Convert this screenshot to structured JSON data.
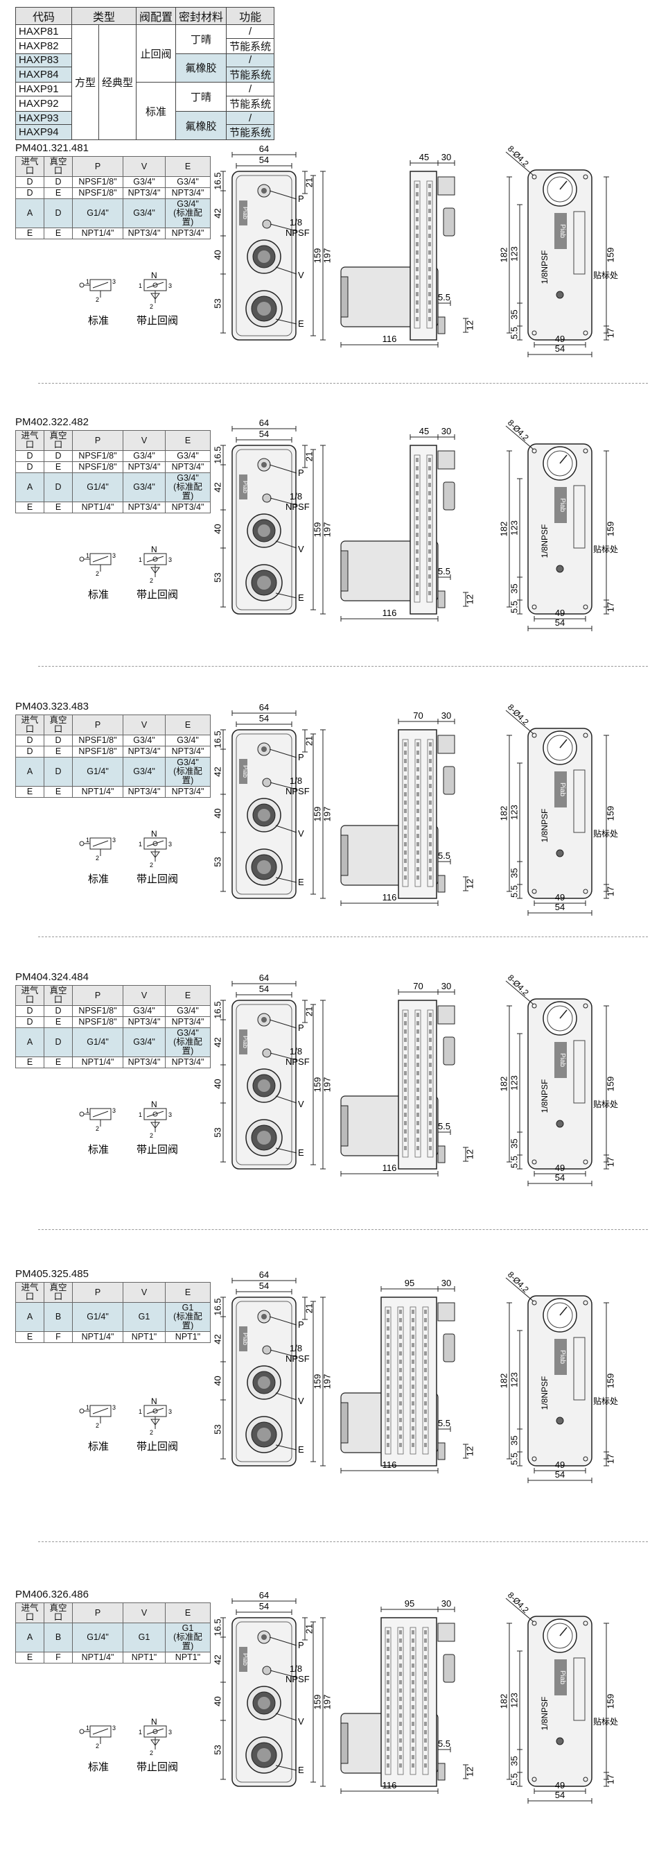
{
  "top_table": {
    "headers": [
      "代码",
      "类型",
      "阀配置",
      "密封材料",
      "功能"
    ],
    "codes": [
      "HAXP81",
      "HAXP82",
      "HAXP83",
      "HAXP84",
      "HAXP91",
      "HAXP92",
      "HAXP93",
      "HAXP94"
    ],
    "type_main": "方型",
    "type_sub": "经典型",
    "valve_config": [
      "止回阀",
      "标准"
    ],
    "seal": [
      "丁晴",
      "氟橡胶",
      "丁晴",
      "氟橡胶"
    ],
    "function": [
      "/",
      "节能系统",
      "/",
      "节能系统",
      "/",
      "节能系统",
      "/",
      "节能系统"
    ]
  },
  "spec_headers": [
    "进气口",
    "真空口",
    "P",
    "V",
    "E"
  ],
  "sections": [
    {
      "model": "PM401.321.481",
      "rows": [
        [
          "D",
          "D",
          "NPSF1/8\"",
          "G3/4\"",
          "G3/4\""
        ],
        [
          "D",
          "E",
          "NPSF1/8\"",
          "NPT3/4\"",
          "NPT3/4\""
        ],
        [
          "A",
          "D",
          "G1/4\"",
          "G3/4\"",
          "G3/4\"(标准配置)"
        ],
        [
          "E",
          "E",
          "NPT1/4\"",
          "NPT3/4\"",
          "NPT3/4\""
        ]
      ],
      "side_width": "45"
    },
    {
      "model": "PM402.322.482",
      "rows": [
        [
          "D",
          "D",
          "NPSF1/8\"",
          "G3/4\"",
          "G3/4\""
        ],
        [
          "D",
          "E",
          "NPSF1/8\"",
          "NPT3/4\"",
          "NPT3/4\""
        ],
        [
          "A",
          "D",
          "G1/4\"",
          "G3/4\"",
          "G3/4\"(标准配置)"
        ],
        [
          "E",
          "E",
          "NPT1/4\"",
          "NPT3/4\"",
          "NPT3/4\""
        ]
      ],
      "side_width": "45"
    },
    {
      "model": "PM403.323.483",
      "rows": [
        [
          "D",
          "D",
          "NPSF1/8\"",
          "G3/4\"",
          "G3/4\""
        ],
        [
          "D",
          "E",
          "NPSF1/8\"",
          "NPT3/4\"",
          "NPT3/4\""
        ],
        [
          "A",
          "D",
          "G1/4\"",
          "G3/4\"",
          "G3/4\"(标准配置)"
        ],
        [
          "E",
          "E",
          "NPT1/4\"",
          "NPT3/4\"",
          "NPT3/4\""
        ]
      ],
      "side_width": "70"
    },
    {
      "model": "PM404.324.484",
      "rows": [
        [
          "D",
          "D",
          "NPSF1/8\"",
          "G3/4\"",
          "G3/4\""
        ],
        [
          "D",
          "E",
          "NPSF1/8\"",
          "NPT3/4\"",
          "NPT3/4\""
        ],
        [
          "A",
          "D",
          "G1/4\"",
          "G3/4\"",
          "G3/4\"(标准配置)"
        ],
        [
          "E",
          "E",
          "NPT1/4\"",
          "NPT3/4\"",
          "NPT3/4\""
        ]
      ],
      "side_width": "70"
    },
    {
      "model": "PM405.325.485",
      "rows": [
        [
          "A",
          "B",
          "G1/4\"",
          "G1",
          "G1(标准配置)"
        ],
        [
          "E",
          "F",
          "NPT1/4\"",
          "NPT1\"",
          "NPT1\""
        ]
      ],
      "side_width": "95"
    },
    {
      "model": "PM406.326.486",
      "rows": [
        [
          "A",
          "B",
          "G1/4\"",
          "G1",
          "G1(标准配置)"
        ],
        [
          "E",
          "F",
          "NPT1/4\"",
          "NPT1\"",
          "NPT1\""
        ]
      ],
      "side_width": "95"
    }
  ],
  "symbol_labels": {
    "standard": "标准",
    "check": "带止回阀",
    "n": "N",
    "port1": "1",
    "port2": "2",
    "port3": "3"
  },
  "dims": {
    "front": {
      "w64": "64",
      "w54": "54",
      "h165": "16.5",
      "h42": "42",
      "h40": "40",
      "h53": "53",
      "h21": "21",
      "h159": "159",
      "h197": "197",
      "p": "P",
      "v": "V",
      "e": "E",
      "npsf1": "1/8",
      "npsf2": "NPSF",
      "logo": "Piab"
    },
    "side": {
      "w30": "30",
      "w55": "5.5",
      "h12": "12",
      "w116": "116"
    },
    "back": {
      "hole": "8-Ø4.2",
      "h182": "182",
      "h123": "123",
      "npsf": "1/8NPSF",
      "h35": "35",
      "h55": "5.5",
      "w49": "49",
      "w54": "54",
      "h159": "159",
      "h17": "17",
      "label": "贴标处",
      "logo": "Piab"
    }
  }
}
